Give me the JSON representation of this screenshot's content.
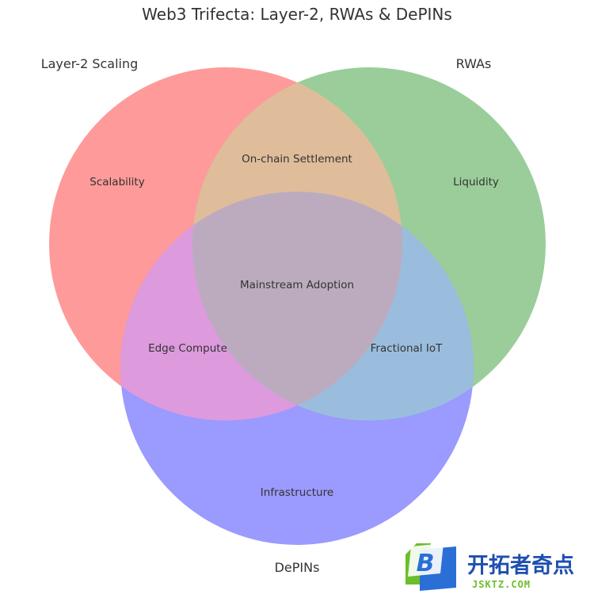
{
  "diagram": {
    "type": "venn3",
    "title": "Web3 Trifecta: Layer-2, RWAs & DePINs",
    "sets": [
      {
        "id": "a",
        "name": "Layer-2 Scaling",
        "color": "#ff9a9a"
      },
      {
        "id": "b",
        "name": "RWAs",
        "color": "#9acd9a"
      },
      {
        "id": "c",
        "name": "DePINs",
        "color": "#9a9aff"
      }
    ],
    "regions": {
      "a_only": "Scalability",
      "b_only": "Liquidity",
      "c_only": "Infrastructure",
      "ab": "On-chain Settlement",
      "ac": "Edge Compute",
      "bc": "Fractional IoT",
      "abc": "Mainstream Adoption"
    },
    "region_colors": {
      "ab": "#dfbd9a",
      "ac": "#dd9add",
      "bc": "#9abddd",
      "abc": "#bcabbf"
    }
  },
  "watermark": {
    "logo_letter": "B",
    "chinese_text": "开拓者奇点",
    "url_text": "JSKTZ.COM",
    "colors": {
      "text_blue": "#1e4fb0",
      "green": "#6bbf2a",
      "blue": "#2a6fd6"
    }
  }
}
